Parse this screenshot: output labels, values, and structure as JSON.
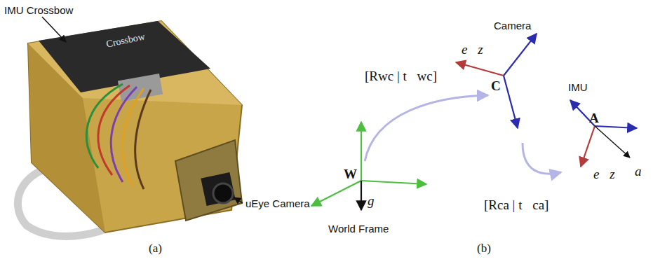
{
  "diagram": {
    "nodes": [
      {
        "text": [
          "W",
          "World Frame"
        ]
      },
      {
        "text": [
          "Camera",
          "C"
        ]
      },
      {
        "text": [
          "IMU",
          "A"
        ]
      }
    ],
    "edges": [
      {
        "from": 0,
        "to": 1,
        "arrow": "to",
        "label": "[Rwc | t⃗wc]"
      },
      {
        "from": 1,
        "to": 2,
        "arrow": "to",
        "label": "[Rca | t⃗ca]"
      }
    ],
    "labels": [
      "IMU Crossbow",
      "Crossbow",
      "uEye Camera",
      "(a)",
      "e⃗z",
      "e⃗z",
      "a⃗",
      "g⃗",
      "(b)"
    ]
  }
}
